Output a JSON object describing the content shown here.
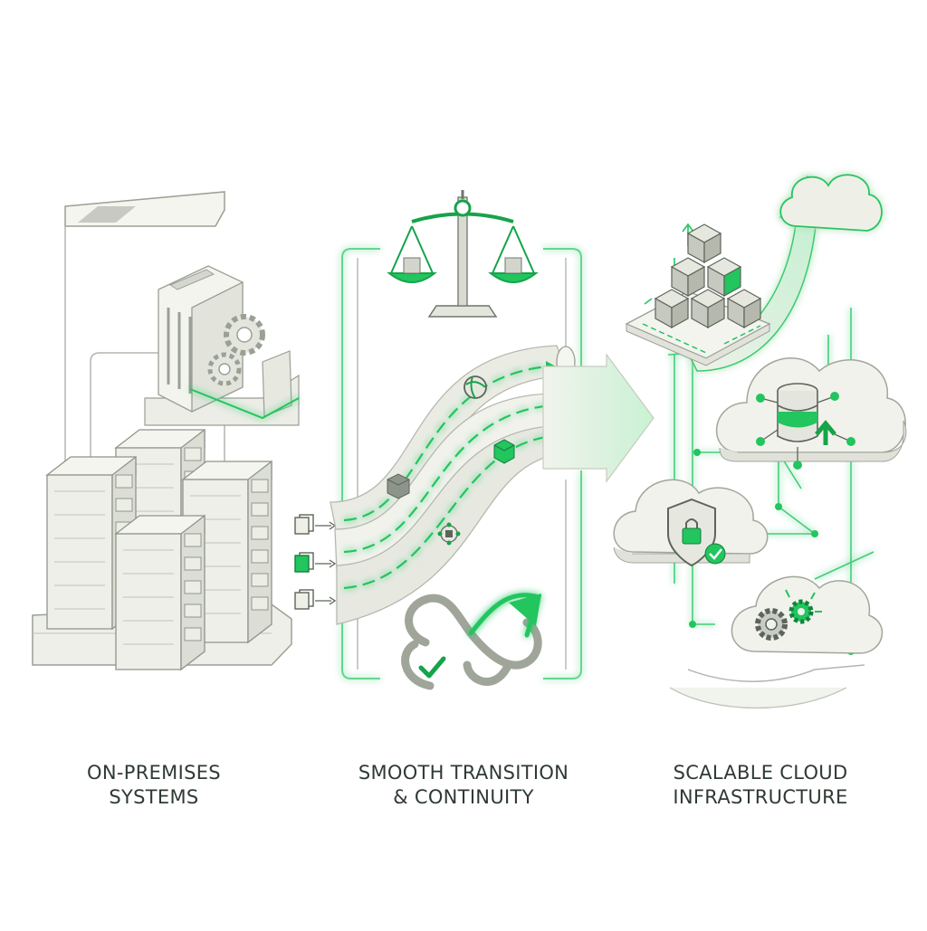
{
  "colors": {
    "accent": "#22c55e",
    "accent_dark": "#16a34a",
    "line": "#9aa095",
    "fill": "#eff0e8",
    "fill_light": "#f7f7f2",
    "fill_dark": "#d9dbd2",
    "text": "#2f3a33"
  },
  "sections": [
    {
      "id": "on-premises",
      "title_lines": [
        "ON-PREMISES",
        "SYSTEMS"
      ]
    },
    {
      "id": "transition",
      "title_lines": [
        "SMOOTH TRANSITION",
        "& CONTINUITY"
      ]
    },
    {
      "id": "cloud",
      "title_lines": [
        "SCALABLE CLOUD",
        "INFRASTRUCTURE"
      ]
    }
  ],
  "icons": {
    "on_premises": [
      "server-rack-icon",
      "gear-icon",
      "document-icon",
      "building-icon"
    ],
    "transition": [
      "balance-scale-icon",
      "pipeline-icon",
      "cube-icon",
      "infinity-loop-icon",
      "checkmark-icon",
      "arrow-right-icon"
    ],
    "cloud": [
      "cloud-icon",
      "database-icon",
      "shield-lock-icon",
      "gears-icon",
      "cubes-stack-icon",
      "upload-arrow-icon"
    ]
  }
}
